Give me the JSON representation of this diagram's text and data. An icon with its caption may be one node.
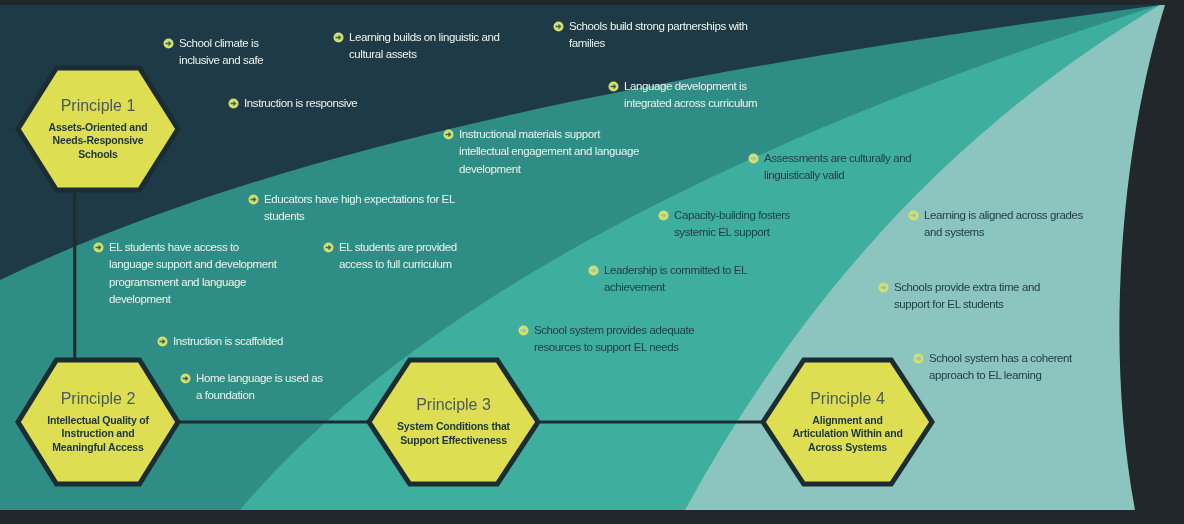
{
  "diagram": {
    "nodes": [
      {
        "text": [
          "Principle 1",
          "Assets-Oriented and Needs-Responsive Schools"
        ]
      },
      {
        "text": [
          "Principle 2",
          "Intellectual Quality of Instruction and Meaningful Access"
        ]
      },
      {
        "text": [
          "Principle 3",
          "System Conditions that Support Effectiveness"
        ]
      },
      {
        "text": [
          "Principle 4",
          "Alignment and Articulation Within and Across Systems"
        ]
      }
    ],
    "edges": [
      {
        "from": 0,
        "to": 1,
        "arrow": "none"
      },
      {
        "from": 1,
        "to": 2,
        "arrow": "none"
      },
      {
        "from": 2,
        "to": 3,
        "arrow": "none"
      }
    ],
    "labels": [
      "School climate is inclusive and safe",
      "Learning builds on linguistic and cultural assets",
      "Schools build strong partnerships with families",
      "Instruction is responsive",
      "Language development is integrated across curriculum",
      "Instructional materials support intellectual engagement and language development",
      "Assessments are culturally and linguistically valid",
      "Educators have high expectations for EL students",
      "Capacity-building fosters systemic EL support",
      "Learning is aligned across grades and systems",
      "EL students have access to language support and development programsment and language development",
      "EL students are provided access to full curriculum",
      "Leadership is committed to EL achievement",
      "Schools provide extra time and support for EL students",
      "School system provides adequate resources to support EL needs",
      "Instruction is scaffolded",
      "School system has a coherent approach to EL learning",
      "Home language is used as a foundation"
    ]
  }
}
